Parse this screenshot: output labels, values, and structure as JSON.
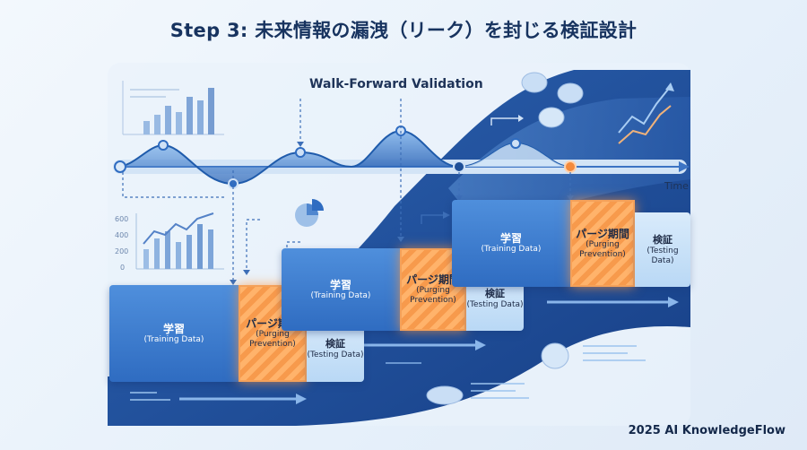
{
  "title": "Step 3: 未来情報の漏洩（リーク）を封じる検証設計",
  "diagram_label": "Walk-Forward Validation",
  "axis_label": "Time",
  "mini_chart_ticks": [
    "600",
    "400",
    "200",
    "0"
  ],
  "folds": [
    {
      "train": {
        "main": "学習",
        "sub": "(Training Data)"
      },
      "purge": {
        "main": "パージ期間",
        "sub1": "(Purging",
        "sub2": "Prevention)"
      },
      "test": {
        "main": "検証",
        "sub": "(Testing Data)"
      }
    },
    {
      "train": {
        "main": "学習",
        "sub": "(Training Data)"
      },
      "purge": {
        "main": "パージ期間",
        "sub1": "(Purging",
        "sub2": "Prevention)"
      },
      "test": {
        "main": "検証",
        "sub": "(Testing Data)"
      }
    },
    {
      "train": {
        "main": "学習",
        "sub": "(Training Data)"
      },
      "purge": {
        "main": "パージ期間",
        "sub1": "(Purging",
        "sub2": "Prevention)"
      },
      "test": {
        "main": "検証",
        "sub": "(Testing Data)"
      }
    }
  ],
  "footer": "2025 AI KnowledgeFlow",
  "colors": {
    "navy": "#17335f",
    "train_blue": "#2f6cc1",
    "purge_orange": "#f79a4c",
    "test_light": "#b9d8f5",
    "wave_dark": "#1f5bab"
  }
}
